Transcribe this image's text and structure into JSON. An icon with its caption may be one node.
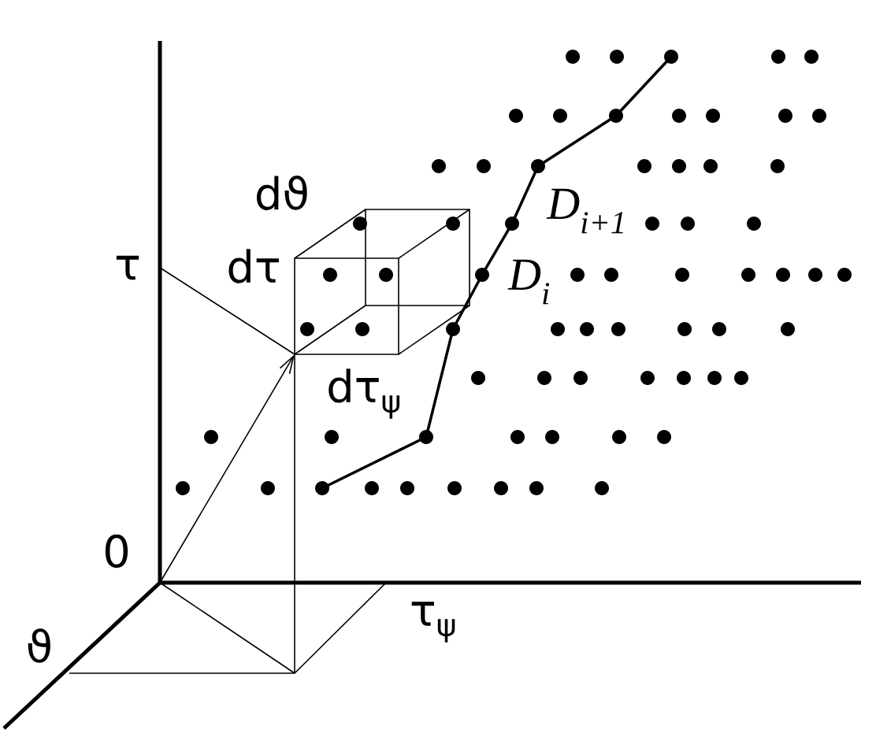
{
  "diagram": {
    "labels": [
      "τ",
      "dϑ",
      "dτ",
      "D$_{i+1}$",
      "D$_{i}$",
      "dτ$_{ψ}$",
      "0",
      "ϑ",
      "τ$_{ψ}$"
    ]
  }
}
